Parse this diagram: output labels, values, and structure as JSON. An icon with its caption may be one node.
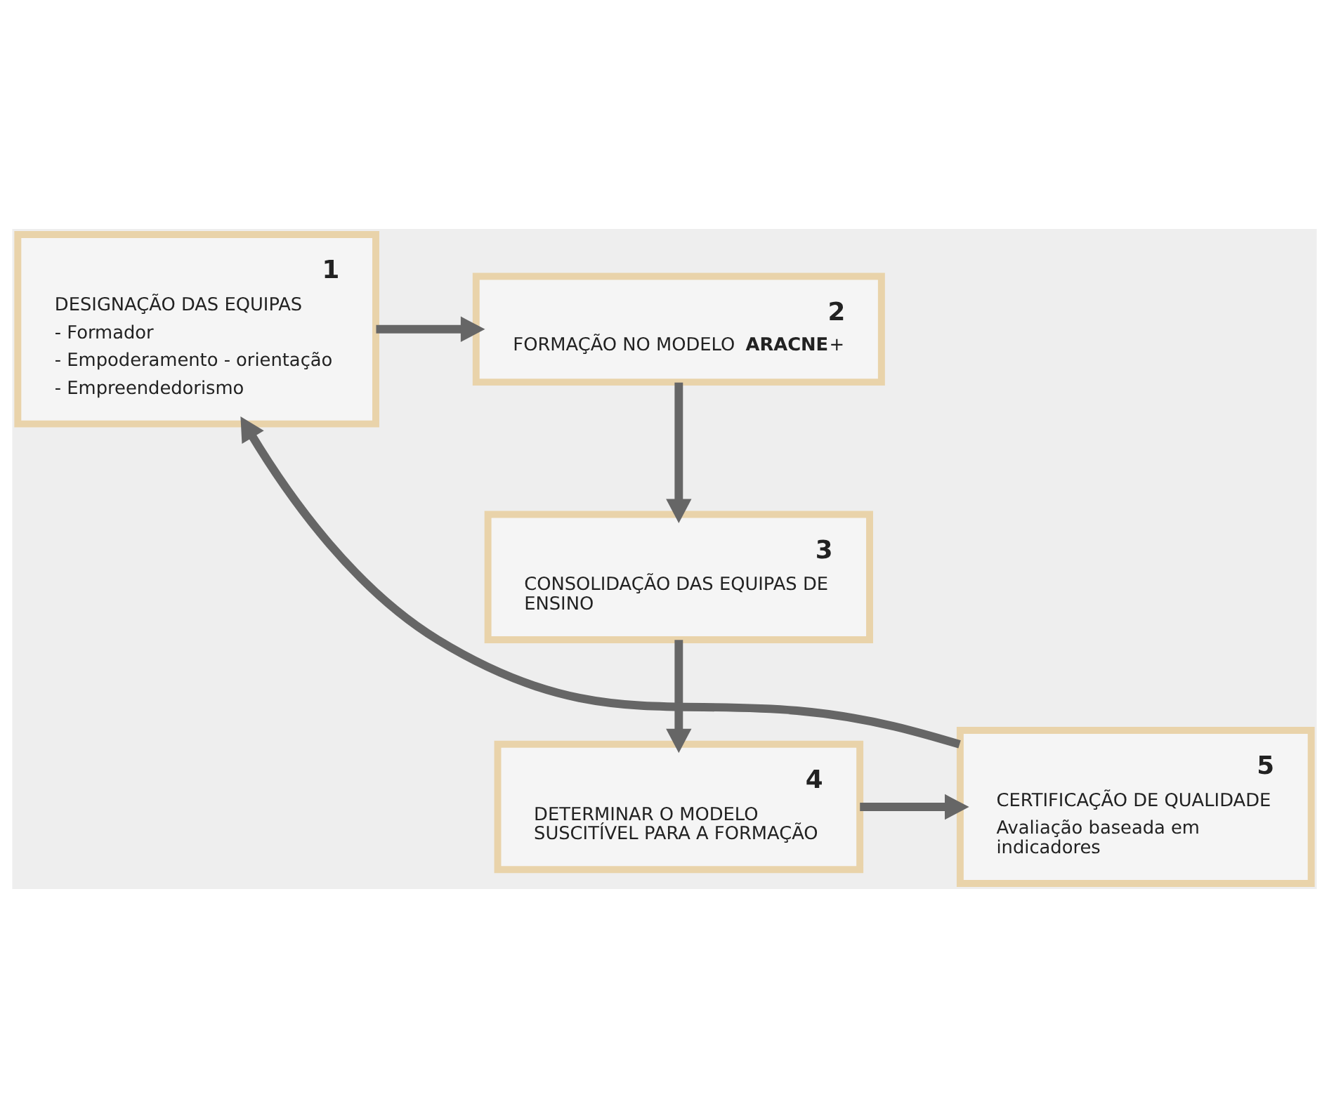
{
  "diagram": {
    "nodes": [
      {
        "text": [
          "1",
          "DESIGNAÇÃO DAS EQUIPAS",
          "- Formador",
          "- Empoderamento - orientação",
          "- Empreendedorismo"
        ]
      },
      {
        "text": [
          "2",
          "FORMAÇÃO NO MODELO **ARACNE**+"
        ]
      },
      {
        "text": [
          "3",
          "CONSOLIDAÇÃO DAS EQUIPAS DE ENSINO"
        ]
      },
      {
        "text": [
          "4",
          "DETERMINAR O MODELO SUSCITÍVEL PARA A FORMAÇÃO"
        ]
      },
      {
        "text": [
          "5",
          "CERTIFICAÇÃO DE QUALIDADE",
          "Avaliação baseada em indicadores"
        ]
      }
    ],
    "edges": [
      {
        "from": 0,
        "to": 1,
        "arrow": "to"
      },
      {
        "from": 1,
        "to": 2,
        "arrow": "to"
      },
      {
        "from": 2,
        "to": 3,
        "arrow": "to"
      },
      {
        "from": 3,
        "to": 4,
        "arrow": "to"
      },
      {
        "from": 4,
        "to": 0,
        "arrow": "to"
      }
    ]
  }
}
